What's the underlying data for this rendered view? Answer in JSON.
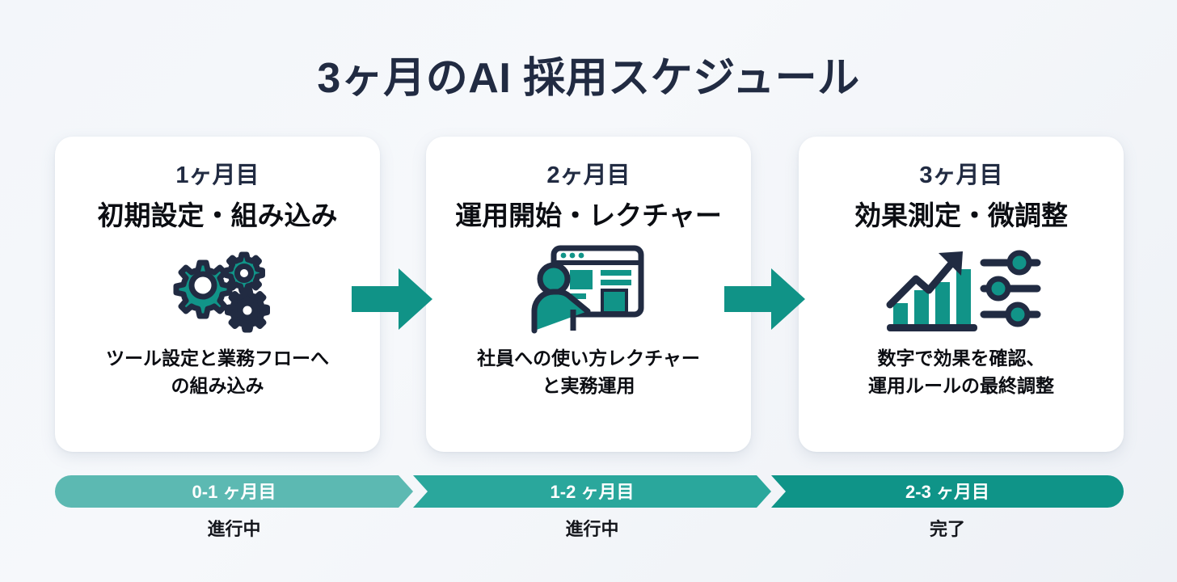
{
  "title": "3ヶ月のAI 採用スケジュール",
  "colors": {
    "teal": "#0f9488",
    "teal_light": "#5cb9b2",
    "teal_mid": "#2aa79c",
    "navy": "#212b42",
    "title_navy": "#212b42",
    "card_bg": "#ffffff",
    "page_bg": "#f3f6fa"
  },
  "cards": [
    {
      "month": "1ヶ月目",
      "title": "初期設定・組み込み",
      "icon": "gears-icon",
      "description": "ツール設定と業務フローへ\nの組み込み",
      "description_lines": [
        "ツール設定と業務フローへ",
        "の組み込み"
      ]
    },
    {
      "month": "2ヶ月目",
      "title": "運用開始・レクチャー",
      "icon": "presenter-whiteboard-icon",
      "description": "社員への使い方レクチャー\nと実務運用",
      "description_lines": [
        "社員への使い方レクチャー",
        "と実務運用"
      ]
    },
    {
      "month": "3ヶ月目",
      "title": "効果測定・微調整",
      "icon": "growth-chart-sliders-icon",
      "description": "数字で効果を確認、\n運用ルールの最終調整",
      "description_lines": [
        "数字で効果を確認、",
        "運用ルールの最終調整"
      ]
    }
  ],
  "connectors": [
    {
      "icon": "arrow-right-icon"
    },
    {
      "icon": "arrow-right-icon"
    }
  ],
  "timeline": {
    "segments": [
      {
        "label": "0-1 ヶ月目",
        "status": "進行中",
        "color": "#5cb9b2"
      },
      {
        "label": "1-2 ヶ月目",
        "status": "進行中",
        "color": "#2aa79c"
      },
      {
        "label": "2-3 ヶ月目",
        "status": "完了",
        "color": "#0f9488"
      }
    ]
  }
}
